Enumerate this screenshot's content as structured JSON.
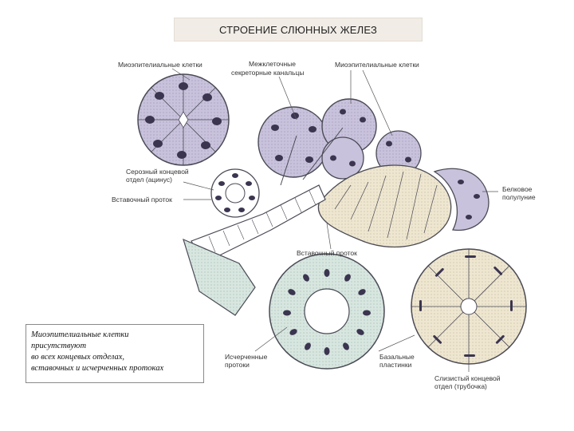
{
  "title": "СТРОЕНИЕ СЛЮННЫХ ЖЕЛЕЗ",
  "labels": {
    "myoepithelial_left": "Миоэпителиальные клетки",
    "intercellular_1": "Межклеточные",
    "intercellular_2": "секреторные канальцы",
    "myoepithelial_right": "Миоэпителиальные клетки",
    "serous_1": "Серозный концевой",
    "serous_2": "отдел (ацинус)",
    "intercalated_left": "Вставочный проток",
    "protein_1": "Белковое",
    "protein_2": "полулуние",
    "intercalated_bottom": "Вставочный проток",
    "striated_1": "Исчерченные",
    "striated_2": "протоки",
    "basal_1": "Базальные",
    "basal_2": "пластинки",
    "mucous_1": "Слизистый концевой",
    "mucous_2": "отдел (трубочка)"
  },
  "note": {
    "line1": "Миоэпителиальные клетки",
    "line2": "присутствуют",
    "line3": "во всех концевых отделах,",
    "line4": "вставочных и исчерченных протоках"
  },
  "colors": {
    "serous": "#c9c2dc",
    "serous_dark": "#8f86ad",
    "mucous": "#eee6cf",
    "striated": "#d8e6e0",
    "nucleus": "#3b3550",
    "outline": "#4a4a55"
  }
}
